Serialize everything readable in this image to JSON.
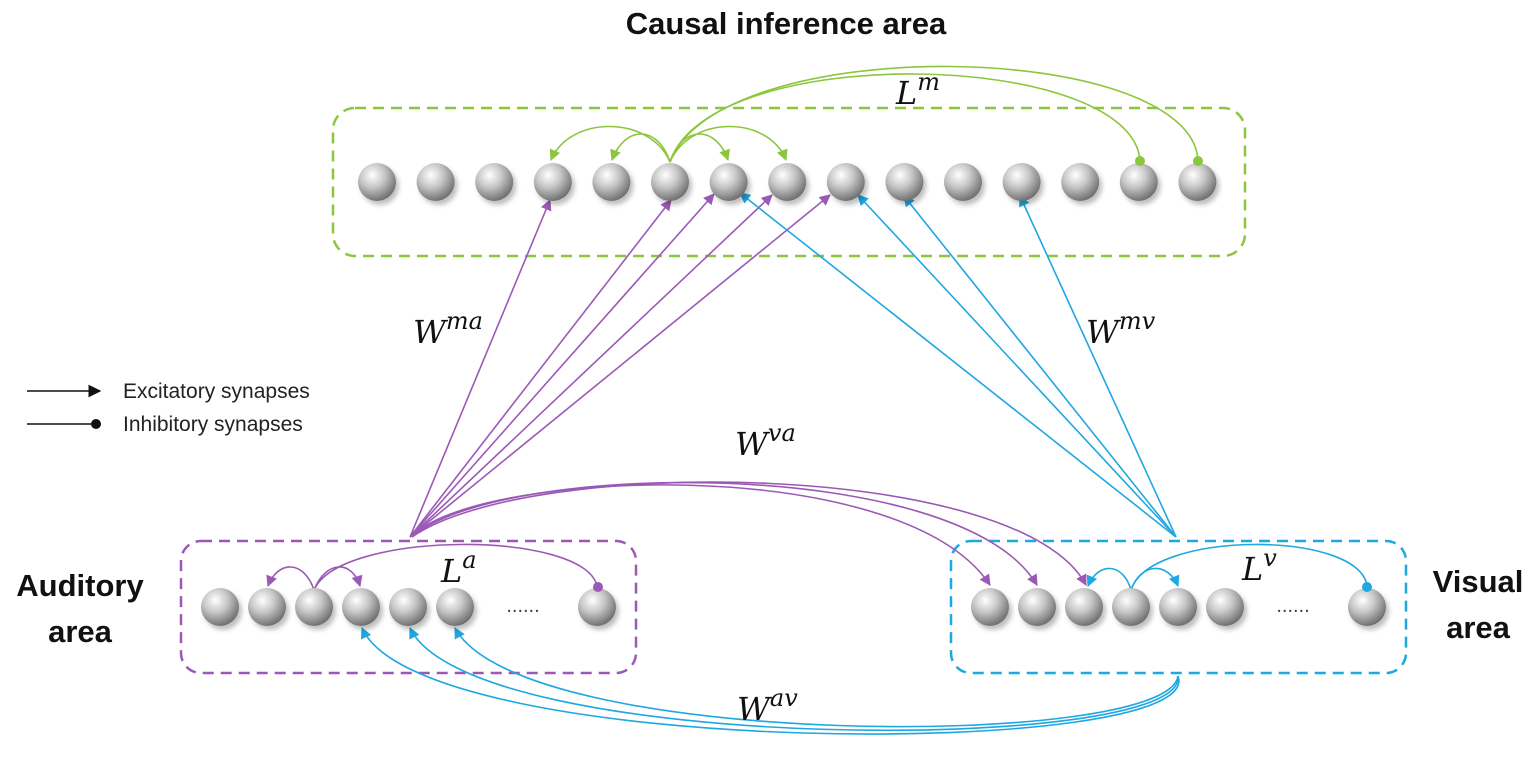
{
  "areas": {
    "causal": {
      "title": "Causal inference area"
    },
    "auditory": {
      "title_line1": "Auditory",
      "title_line2": "area"
    },
    "visual": {
      "title_line1": "Visual",
      "title_line2": "area"
    }
  },
  "labels": {
    "lm": {
      "base": "L",
      "sup": "m"
    },
    "la": {
      "base": "L",
      "sup": "a"
    },
    "lv": {
      "base": "L",
      "sup": "v"
    },
    "wma": {
      "base": "W",
      "sup": "ma"
    },
    "wmv": {
      "base": "W",
      "sup": "mv"
    },
    "wva": {
      "base": "W",
      "sup": "va"
    },
    "wav": {
      "base": "W",
      "sup": "av"
    }
  },
  "legend": {
    "excitatory": "Excitatory synapses",
    "inhibitory": "Inhibitory synapses"
  },
  "ellipsis": "......",
  "colors": {
    "causal": "#8cc63f",
    "auditory": "#9b59b6",
    "visual": "#1ea7e1",
    "text": "#111111"
  }
}
